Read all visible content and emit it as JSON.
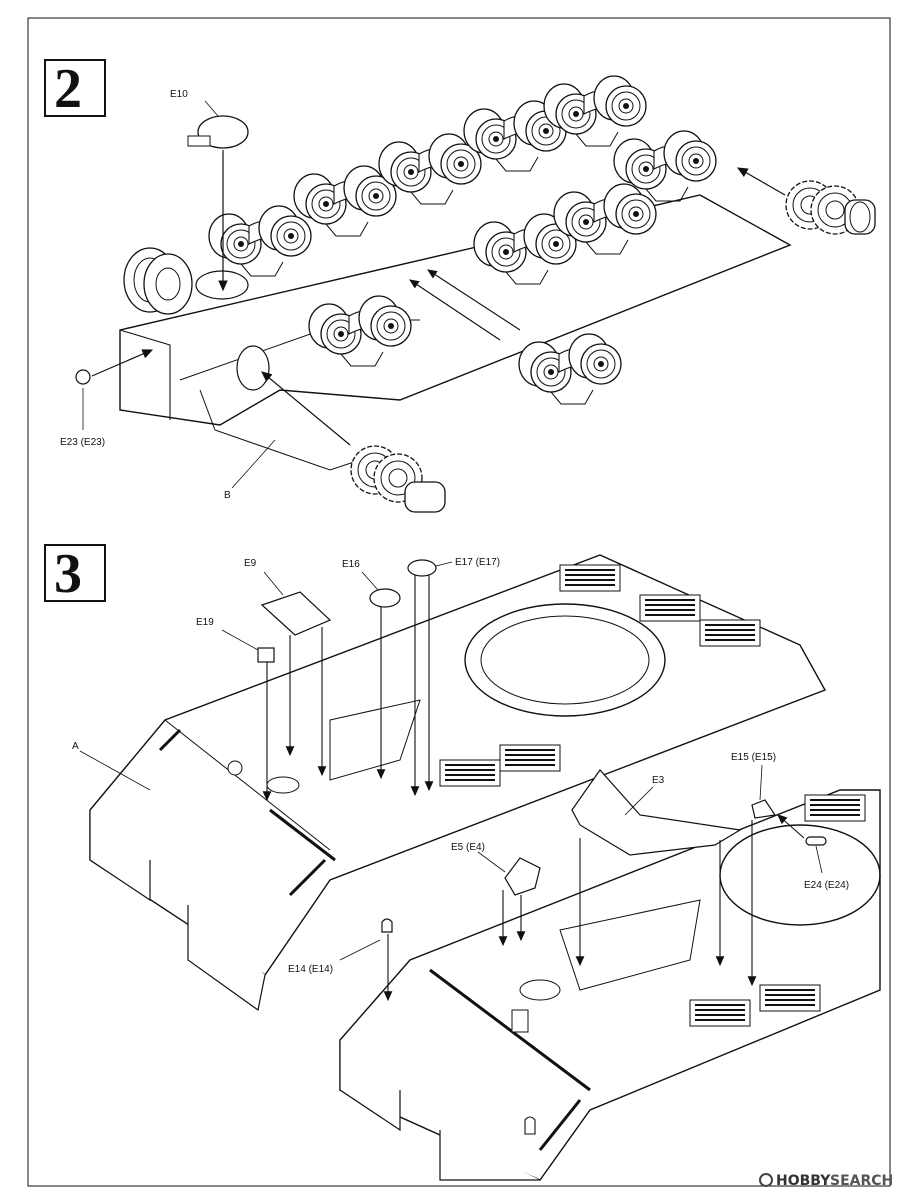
{
  "steps": {
    "step2": "2",
    "step3": "3"
  },
  "labels": {
    "E10": "E10",
    "E23": "E23 (E23)",
    "B": "B",
    "E9": "E9",
    "E16": "E16",
    "E17": "E17 (E17)",
    "E19": "E19",
    "A": "A",
    "E3": "E3",
    "E15": "E15 (E15)",
    "E5": "E5 (E4)",
    "E24": "E24 (E24)",
    "E14": "E14 (E14)"
  },
  "watermark": {
    "brand": "HOBBY",
    "brand2": "SEARCH"
  },
  "colors": {
    "ink": "#111111",
    "paper": "#ffffff",
    "watermark": "#444444"
  }
}
